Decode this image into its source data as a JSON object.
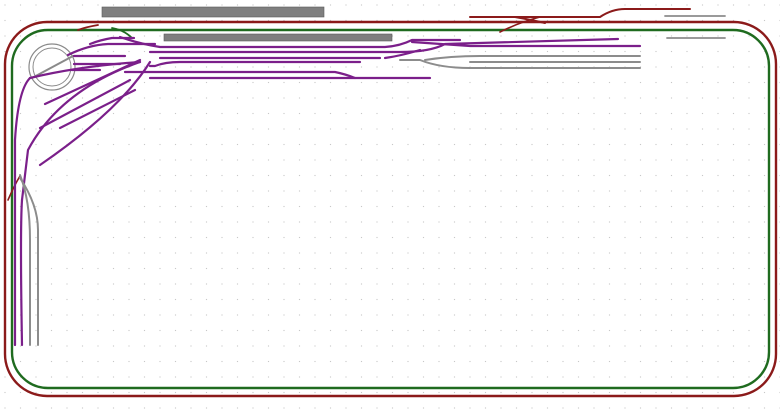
{
  "layout": {
    "colors": {
      "background": "#ffffff",
      "grid_dot": "#c8c8c8",
      "mainline_outer": "#8b1a1a",
      "mainline_inner": "#1f6b1f",
      "yard": "#7b1f8a",
      "siding_grey": "#8c8c8c",
      "platform": "#7f7f7f",
      "turntable": "#8a8a8a"
    },
    "elements": {
      "turntable": "turntable",
      "platforms": [
        "platform-top-left",
        "platform-top-center"
      ],
      "mainlines": [
        "mainline-outer",
        "mainline-inner"
      ]
    }
  }
}
